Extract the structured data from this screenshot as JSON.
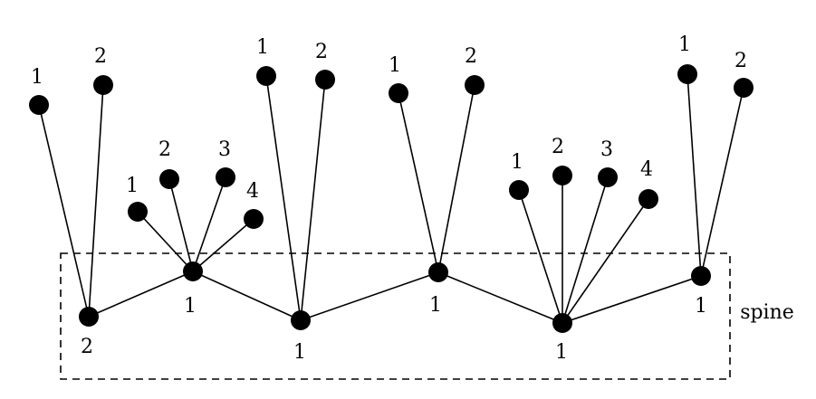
{
  "diagram": {
    "spine_label": "spine",
    "spine_nodes": [
      {
        "label": "2",
        "leaves": [
          "1",
          "2"
        ]
      },
      {
        "label": "1",
        "leaves": [
          "1",
          "2",
          "3",
          "4"
        ]
      },
      {
        "label": "1",
        "leaves": [
          "1",
          "2"
        ]
      },
      {
        "label": "1",
        "leaves": [
          "1",
          "2"
        ]
      },
      {
        "label": "1",
        "leaves": [
          "1",
          "2",
          "3",
          "4"
        ]
      },
      {
        "label": "1",
        "leaves": [
          "1",
          "2"
        ]
      }
    ]
  }
}
